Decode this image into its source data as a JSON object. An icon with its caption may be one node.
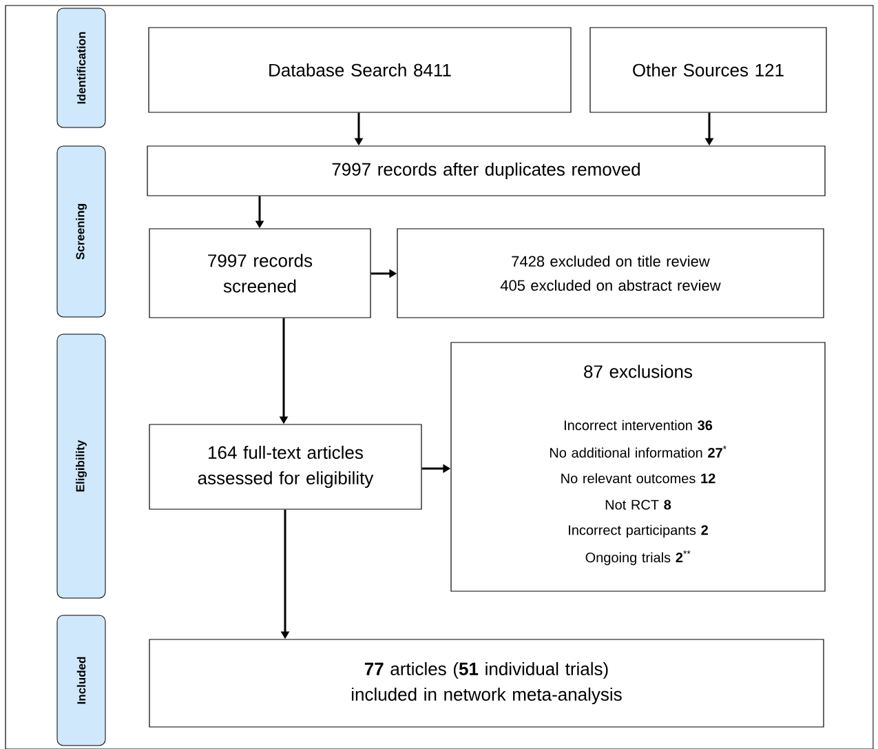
{
  "diagram": {
    "nodes": [
      {
        "text": [
          "Identification"
        ]
      },
      {
        "text": [
          "Screening"
        ]
      },
      {
        "text": [
          "Eligibility"
        ]
      },
      {
        "text": [
          "Included"
        ]
      },
      {
        "text": [
          "Database Search 8411"
        ]
      },
      {
        "text": [
          "Other Sources 121"
        ]
      },
      {
        "text": [
          "7997 records after duplicates removed"
        ]
      },
      {
        "text": [
          "7997 records screened"
        ]
      },
      {
        "text": [
          "7428 excluded on title review",
          "405 excluded on abstract review"
        ]
      },
      {
        "text": [
          "164 full-text articles assessed for eligibility"
        ]
      },
      {
        "text": [
          "87 exclusions",
          "Incorrect intervention **36**",
          "No additional information **27**$^{*}$",
          "No relevant outcomes **12**",
          "Not RCT **8**",
          "Incorrect participants **2**",
          "Ongoing trials **2**$^{**}$"
        ]
      },
      {
        "text": [
          "**77** articles (**51** individual trials) included in network meta-analysis"
        ]
      }
    ],
    "edges": [
      {
        "from": 4,
        "to": 6,
        "arrow": "to"
      },
      {
        "from": 5,
        "to": 6,
        "arrow": "to"
      },
      {
        "from": 6,
        "to": 7,
        "arrow": "to"
      },
      {
        "from": 7,
        "to": 8,
        "arrow": "to"
      },
      {
        "from": 7,
        "to": 9,
        "arrow": "to"
      },
      {
        "from": 9,
        "to": 10,
        "arrow": "to"
      },
      {
        "from": 9,
        "to": 11,
        "arrow": "to"
      }
    ]
  }
}
